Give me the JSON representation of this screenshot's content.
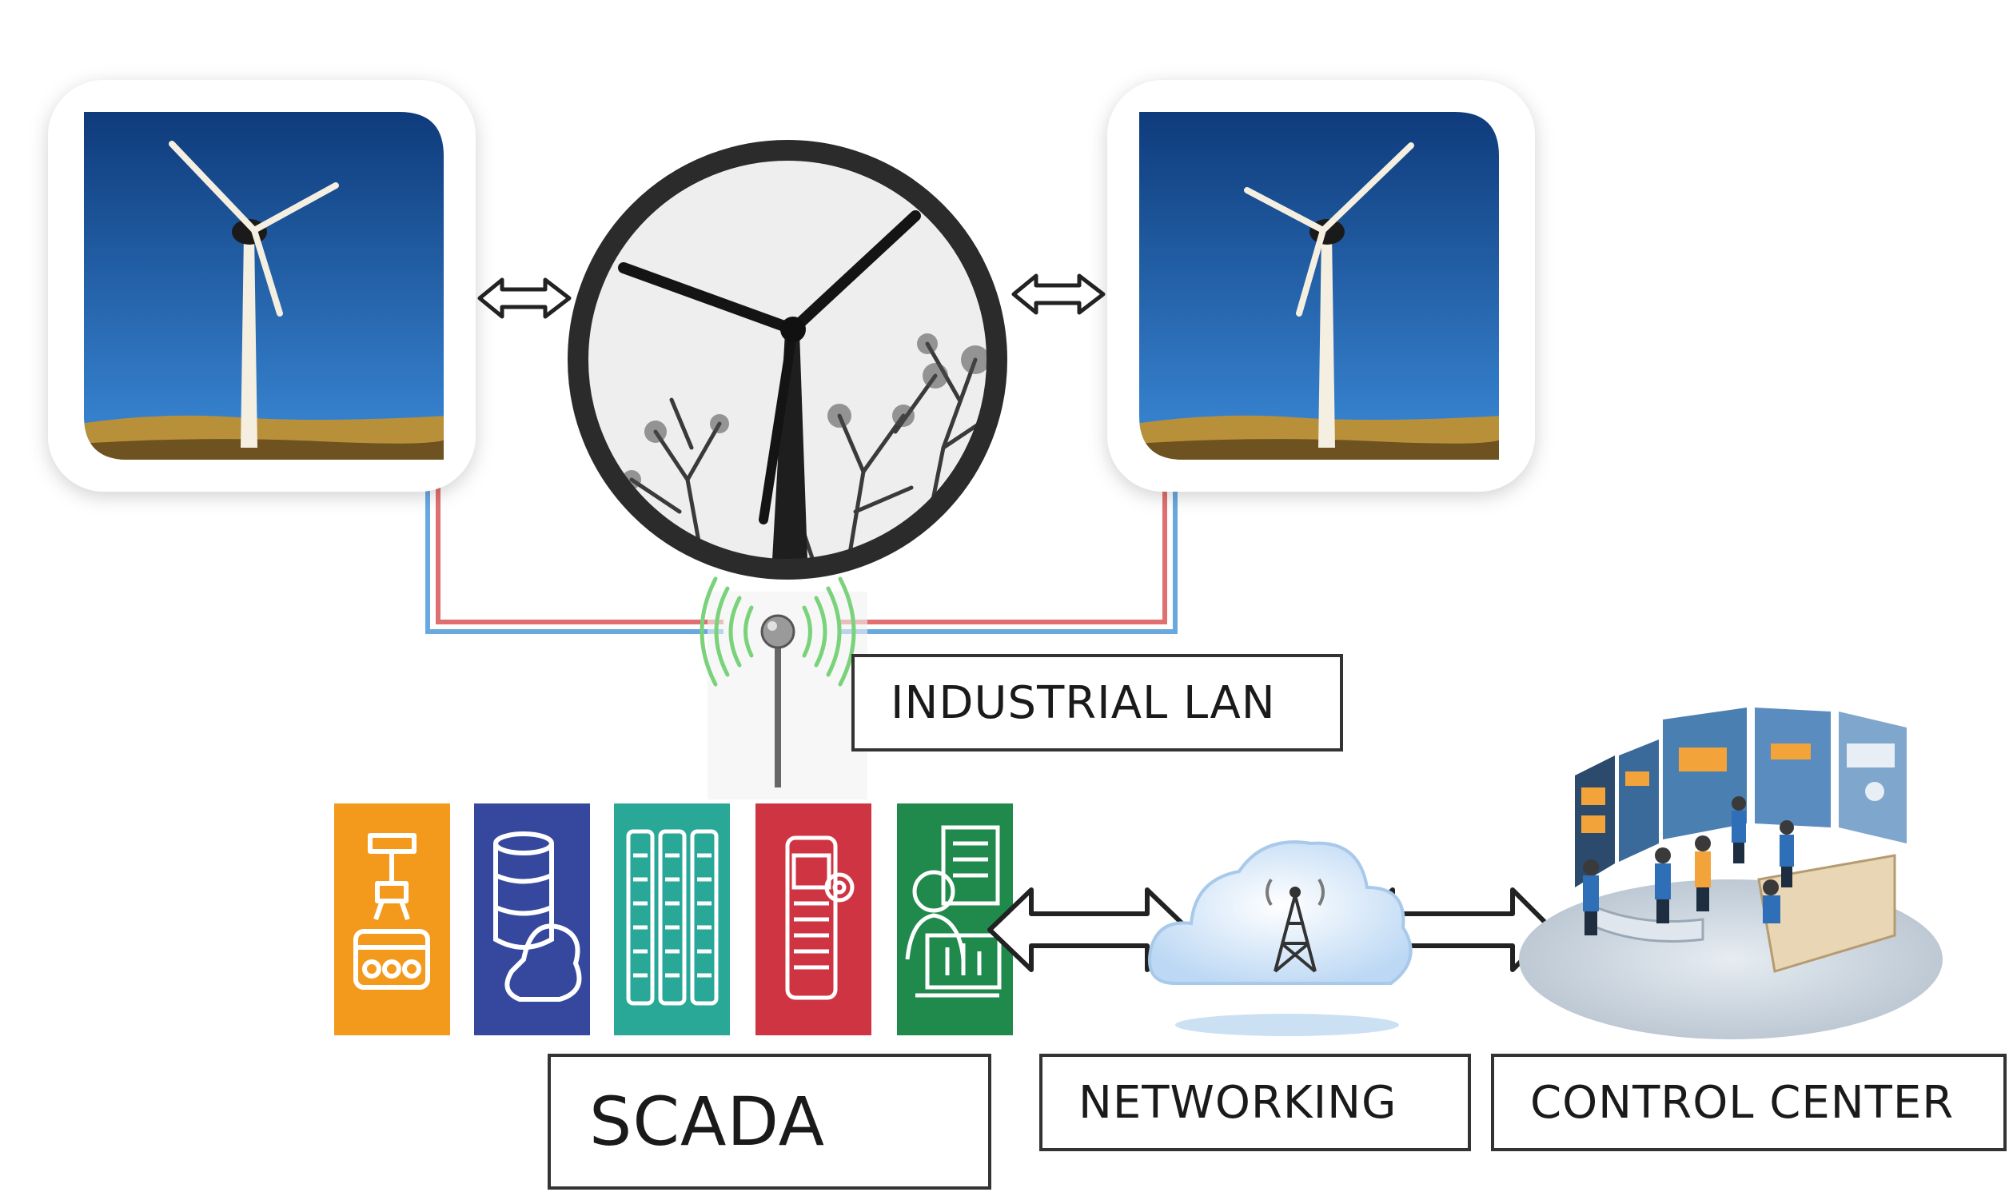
{
  "labels": {
    "industrial_lan": "INDUSTRIAL LAN",
    "scada": "SCADA",
    "networking": "NETWORKING",
    "control_center": "CONTROL CENTER"
  },
  "colors": {
    "sky_top": "#0e3a7a",
    "sky_bottom": "#2f7fd0",
    "ground": "#c49a3a",
    "cable_red": "#e07070",
    "cable_blue": "#6aa8e0",
    "signal_green": "#7ad27a",
    "module_orange": "#f39a1c",
    "module_blue": "#36489e",
    "module_teal": "#2aa897",
    "module_red": "#cf3442",
    "module_green": "#1f8a4b",
    "cloud": "#cfe3f7"
  },
  "icons": {
    "turbine_left": "wind-turbine-photo",
    "turbine_closeup": "wind-turbine-closeup",
    "turbine_right": "wind-turbine-photo",
    "antenna": "wireless-antenna-icon",
    "modules": [
      "robot-arm-icon",
      "database-icon",
      "server-rack-icon",
      "plc-device-icon",
      "operator-workstation-icon"
    ],
    "cloud": "cloud-tower-icon",
    "control_room": "control-room-icon"
  }
}
